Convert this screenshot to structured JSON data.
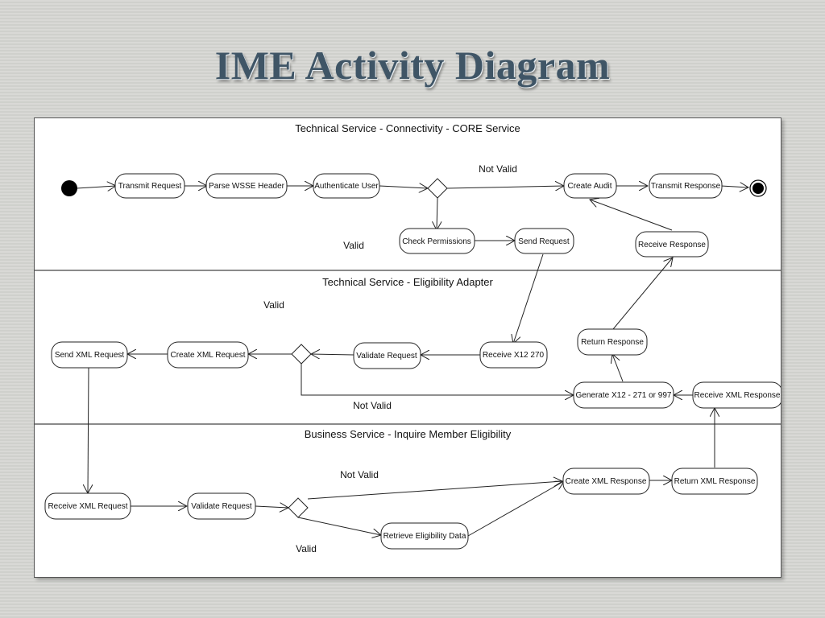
{
  "slide": {
    "title": "IME Activity Diagram"
  },
  "lanes": [
    {
      "title": "Technical Service - Connectivity - CORE Service"
    },
    {
      "title": "Technical Service - Eligibility Adapter"
    },
    {
      "title": "Business Service - Inquire Member Eligibility"
    }
  ],
  "nodes": {
    "transmit_request": "Transmit Request",
    "parse_wsse_header": "Parse WSSE Header",
    "authenticate_user": "Authenticate User",
    "check_permissions": "Check Permissions",
    "send_request": "Send Request",
    "create_audit": "Create Audit",
    "transmit_response": "Transmit Response",
    "receive_response": "Receive Response",
    "send_xml_request": "Send XML Request",
    "create_xml_request": "Create XML Request",
    "validate_request_adapter": "Validate Request",
    "receive_x12_270": "Receive X12 270",
    "return_response": "Return Response",
    "generate_x12": "Generate X12 - 271 or 997",
    "receive_xml_response": "Receive XML Response",
    "receive_xml_request": "Receive XML Request",
    "validate_request_business": "Validate Request",
    "create_xml_response": "Create XML Response",
    "return_xml_response": "Return XML Response",
    "retrieve_eligibility_data": "Retrieve Eligibility Data"
  },
  "guards": {
    "lane1_not_valid": "Not Valid",
    "lane1_valid": "Valid",
    "lane2_valid": "Valid",
    "lane2_not_valid": "Not Valid",
    "lane3_not_valid": "Not Valid",
    "lane3_valid": "Valid"
  }
}
